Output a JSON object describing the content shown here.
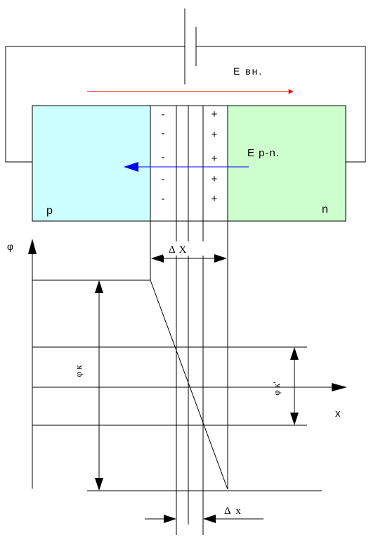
{
  "labels": {
    "e_external": "Е вн.",
    "e_pn": "E р-n.",
    "p_region": "p",
    "n_region": "n",
    "phi_axis": "φ",
    "x_axis": "x",
    "delta_X": "Δ X",
    "delta_x": "Δ  x",
    "phi_k": "φ к",
    "phi_k_prime": "φ к'"
  },
  "charges": {
    "negative": [
      "-",
      "-",
      "-",
      "-",
      "-"
    ],
    "positive": [
      "+",
      "+",
      "+",
      "+",
      "+"
    ]
  },
  "colors": {
    "p_region": "#ccffff",
    "n_region": "#ccffcc",
    "external_field_arrow": "#ff0000",
    "junction_field_arrow": "#0000ff",
    "lines": "#000000"
  }
}
